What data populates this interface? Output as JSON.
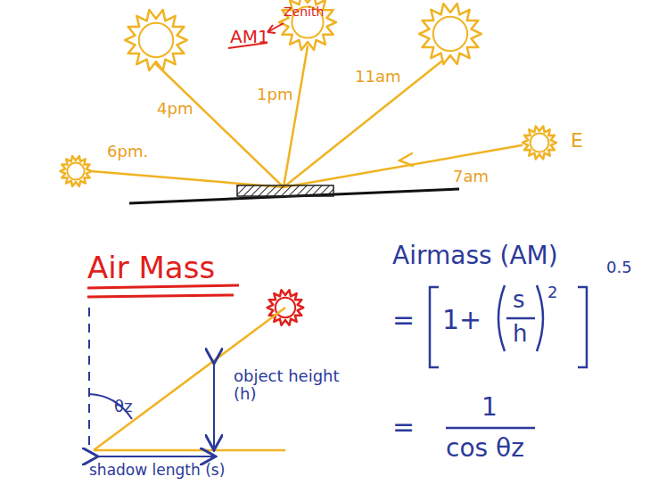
{
  "diagram": {
    "title": "Air Mass",
    "labels": [
      "AM1",
      "Zenith",
      "4pm",
      "1pm",
      "11am",
      "7am",
      "6pm.",
      "E",
      "θz",
      "object height (h)",
      "shadow length (s)",
      "Airmass (AM)",
      "=",
      "1+",
      "s",
      "h",
      "2",
      "0.5",
      "=",
      "1",
      "cos θz"
    ]
  }
}
